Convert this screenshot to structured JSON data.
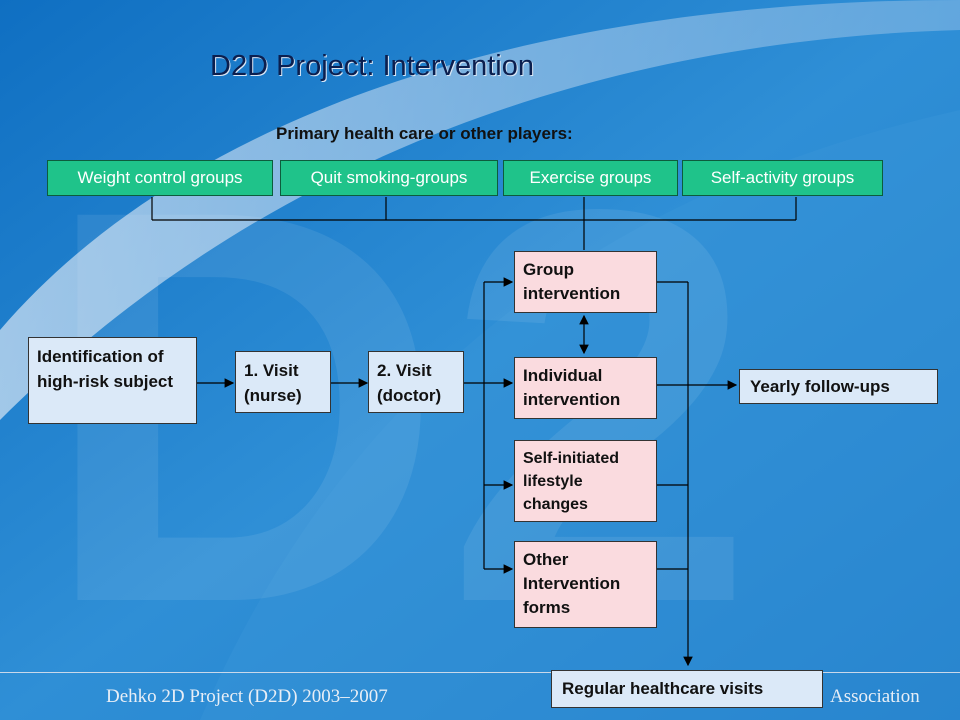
{
  "title": "D2D Project: Intervention",
  "subtitle": "Primary health care or other players:",
  "groups": [
    "Weight control groups",
    "Quit smoking-groups",
    "Exercise groups",
    "Self-activity groups"
  ],
  "path": {
    "identification": "Identification of high-risk subject",
    "visit1": "1. Visit (nurse)",
    "visit2": "2. Visit (doctor)"
  },
  "interventions": {
    "group": "Group intervention",
    "individual": "Individual intervention",
    "self": "Self-initiated lifestyle changes",
    "other": "Other Intervention forms"
  },
  "yearly": "Yearly follow-ups",
  "regular": "Regular healthcare visits",
  "footer": {
    "left": "Dehko 2D Project (D2D) 2003–2007",
    "right": "Association"
  },
  "colors": {
    "background_top": "#1877c8",
    "background_bottom": "#2b8dd4",
    "group_box": "#1fc38a",
    "path_box": "#dbe9f8",
    "intervention_box": "#fadbdf"
  }
}
